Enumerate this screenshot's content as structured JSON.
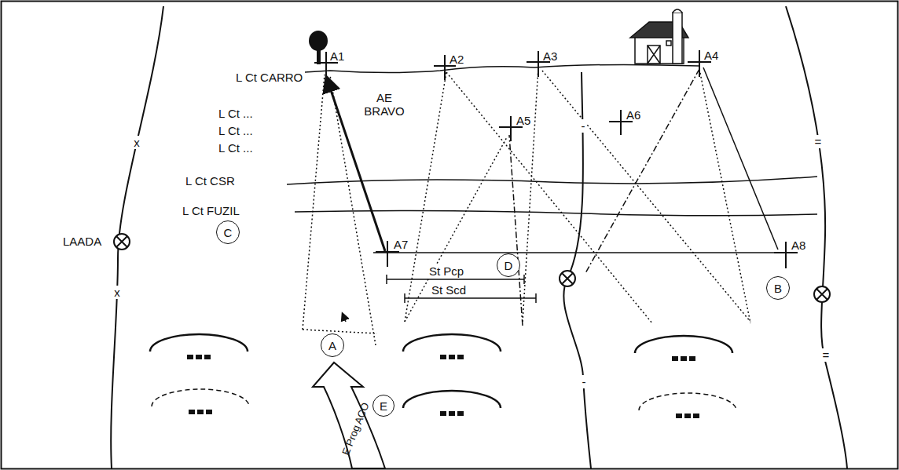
{
  "diagram": {
    "nodes": [
      {
        "text": [
          "C"
        ]
      },
      {
        "text": [
          "D"
        ]
      },
      {
        "text": [
          "B"
        ]
      },
      {
        "text": [
          "A"
        ]
      },
      {
        "text": [
          "E"
        ]
      }
    ],
    "labels": [
      "A1",
      "A2",
      "A3",
      "A4",
      "A5",
      "A6",
      "A7",
      "A8",
      "L Ct CARRO",
      "AE BRAVO",
      "L Ct ...",
      "L Ct ...",
      "L Ct ...",
      "L Ct CSR",
      "L Ct FUZIL",
      "LAADA",
      "St Pcp",
      "St Scd",
      "E Prog ACO",
      "x",
      "x",
      "-",
      "-",
      "=",
      "="
    ]
  }
}
